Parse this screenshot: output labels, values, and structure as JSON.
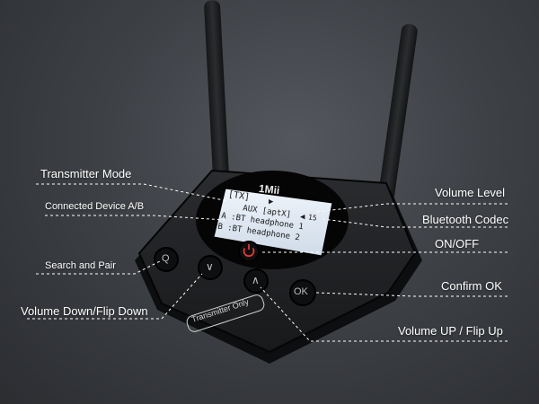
{
  "brand": {
    "logo": "1Mii"
  },
  "lcd": {
    "mode": "[TX]",
    "source": "AUX [aptX]",
    "play_symbol": "▶",
    "volume_value": "15",
    "device_a": "A :BT headphone 1",
    "device_b": "B :BT headphone 2"
  },
  "body_label": "Transmitter Only",
  "buttons": {
    "search": "Q",
    "volume_down": "∨",
    "volume_up": "∧",
    "confirm": "OK"
  },
  "callouts": {
    "transmitter_mode": "Transmitter Mode",
    "connected_device": "Connected Device A/B",
    "search_pair": "Search and Pair",
    "volume_down": "Volume Down/Flip Down",
    "volume_level": "Volume Level",
    "bluetooth_codec": "Bluetooth Codec",
    "on_off": "ON/OFF",
    "confirm_ok": "Confirm OK",
    "volume_up": "Volume UP / Flip Up"
  },
  "colors": {
    "power_accent": "#e53935",
    "lcd_backlight": "#dfe9f4"
  }
}
